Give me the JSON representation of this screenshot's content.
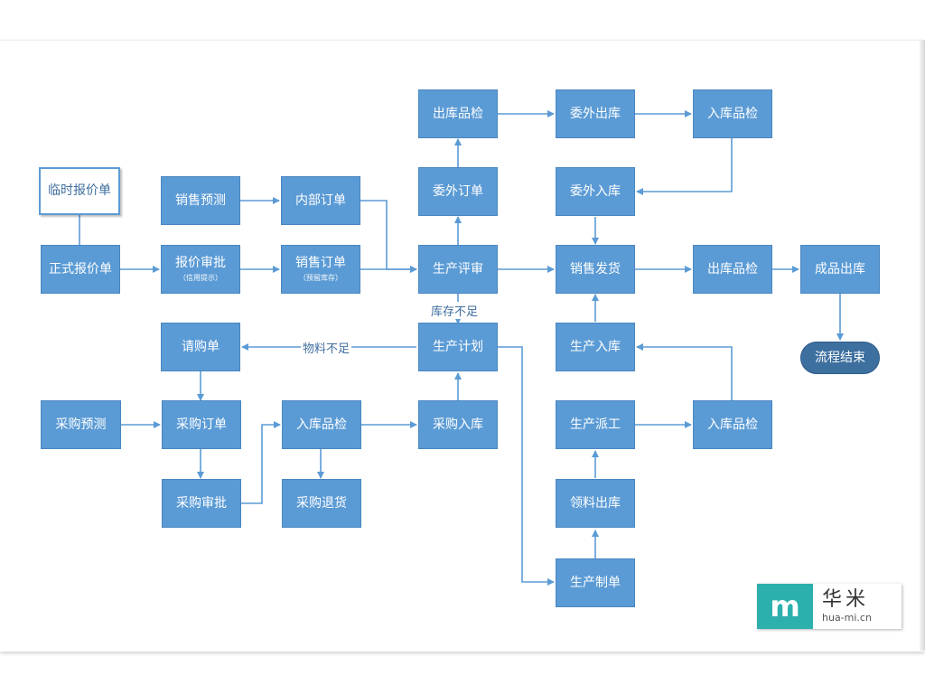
{
  "nodes": {
    "temp_quote": "临时报价单",
    "formal_quote": "正式报价单",
    "sales_forecast": "销售预测",
    "quote_approval": "报价审批",
    "quote_approval_note": "（信用提示）",
    "internal_order": "内部订单",
    "sales_order": "销售订单",
    "sales_order_note": "（预留库存）",
    "outsource_order": "委外订单",
    "stock_out_qc_1": "出库品检",
    "outsource_out": "委外出库",
    "stock_in_qc_1": "入库品检",
    "outsource_in": "委外入库",
    "production_review": "生产评审",
    "sales_delivery": "销售发货",
    "stock_out_qc_2": "出库品检",
    "finished_goods_out": "成品出库",
    "process_end": "流程结束",
    "purchase_request": "请购单",
    "production_plan": "生产计划",
    "production_in": "生产入库",
    "purchase_forecast": "采购预测",
    "purchase_order": "采购订单",
    "stock_in_qc_2": "入库品检",
    "purchase_in": "采购入库",
    "dispatch": "生产派工",
    "stock_in_qc_3": "入库品检",
    "purchase_approval": "采购审批",
    "purchase_return": "采购退货",
    "material_issue": "领料出库",
    "production_order": "生产制单"
  },
  "edge_labels": {
    "stock_shortage": "库存不足",
    "material_shortage": "物料不足"
  },
  "logo": {
    "mark": "m",
    "name": "华米",
    "url": "hua-mi.cn"
  },
  "colors": {
    "node_fill": "#5b9bd5",
    "terminal_fill": "#3d6f9f",
    "edge": "#5b9bd5",
    "logo_accent": "#2bb0ad"
  }
}
